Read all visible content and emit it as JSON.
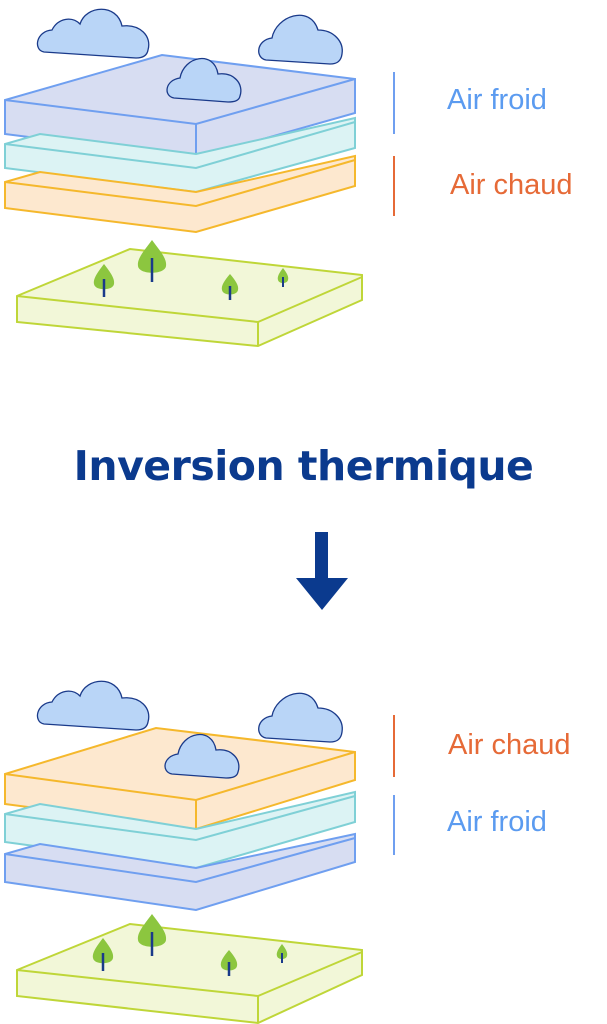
{
  "title": "Inversion thermique",
  "colors": {
    "cold_stroke": "#6f9ff0",
    "cold_fill": "#d7ddf2",
    "mid_stroke": "#7fd0d6",
    "mid_fill": "#dcf3f4",
    "warm_stroke": "#f5b82c",
    "warm_fill": "#fde8cf",
    "ground_stroke": "#bfd638",
    "ground_fill": "#f2f7d8",
    "cold_text": "#5b9bf0",
    "warm_text": "#e66a37",
    "title": "#0b3a8e",
    "tree": "#8cc63f",
    "trunk": "#1a3a8a"
  },
  "top": {
    "label_upper": "Air froid",
    "label_lower": "Air chaud"
  },
  "bottom": {
    "label_upper": "Air chaud",
    "label_lower": "Air froid"
  }
}
